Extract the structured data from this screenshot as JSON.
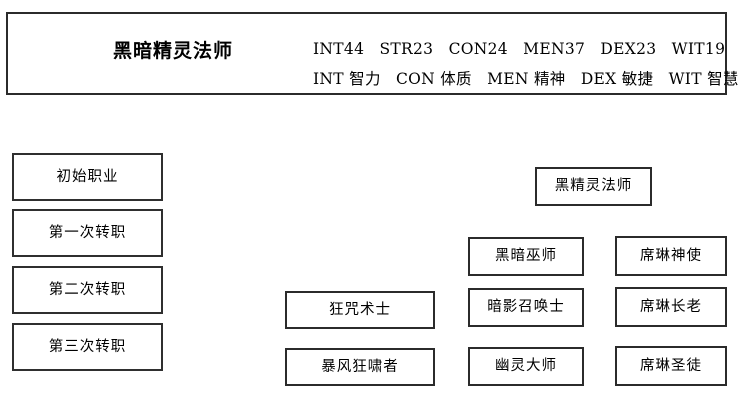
{
  "header": {
    "title": "黑暗精灵法师",
    "stats_line_1": [
      {
        "id": "int",
        "text": "INT44"
      },
      {
        "id": "str",
        "text": "STR23"
      },
      {
        "id": "con",
        "text": "CON24"
      },
      {
        "id": "men",
        "text": "MEN37"
      },
      {
        "id": "dex",
        "text": "DEX23"
      },
      {
        "id": "wit",
        "text": "WIT19"
      }
    ],
    "stats_line_2": [
      {
        "id": "int",
        "text": "INT 智力"
      },
      {
        "id": "con",
        "text": "CON 体质"
      },
      {
        "id": "men",
        "text": "MEN 精神"
      },
      {
        "id": "dex",
        "text": "DEX 敏捷"
      },
      {
        "id": "wit",
        "text": "WIT 智慧"
      }
    ]
  },
  "stages": [
    {
      "id": "initial",
      "label": "初始职业"
    },
    {
      "id": "first",
      "label": "第一次转职"
    },
    {
      "id": "second",
      "label": "第二次转职"
    },
    {
      "id": "third",
      "label": "第三次转职"
    }
  ],
  "classes": {
    "black_elf_wizard": "黑精灵法师",
    "dark_wizard": "黑暗巫师",
    "shadow_summoner": "暗影召唤士",
    "phantom_master": "幽灵大师",
    "spellhowler": "狂咒术士",
    "storm_screamer": "暴风狂啸者",
    "shillien_oracle": "席琳神使",
    "shillien_elder": "席琳长老",
    "shillien_saint": "席琳圣徒"
  },
  "colors": {
    "border": "#2b2b2b",
    "background": "#ffffff",
    "text": "#000000"
  }
}
